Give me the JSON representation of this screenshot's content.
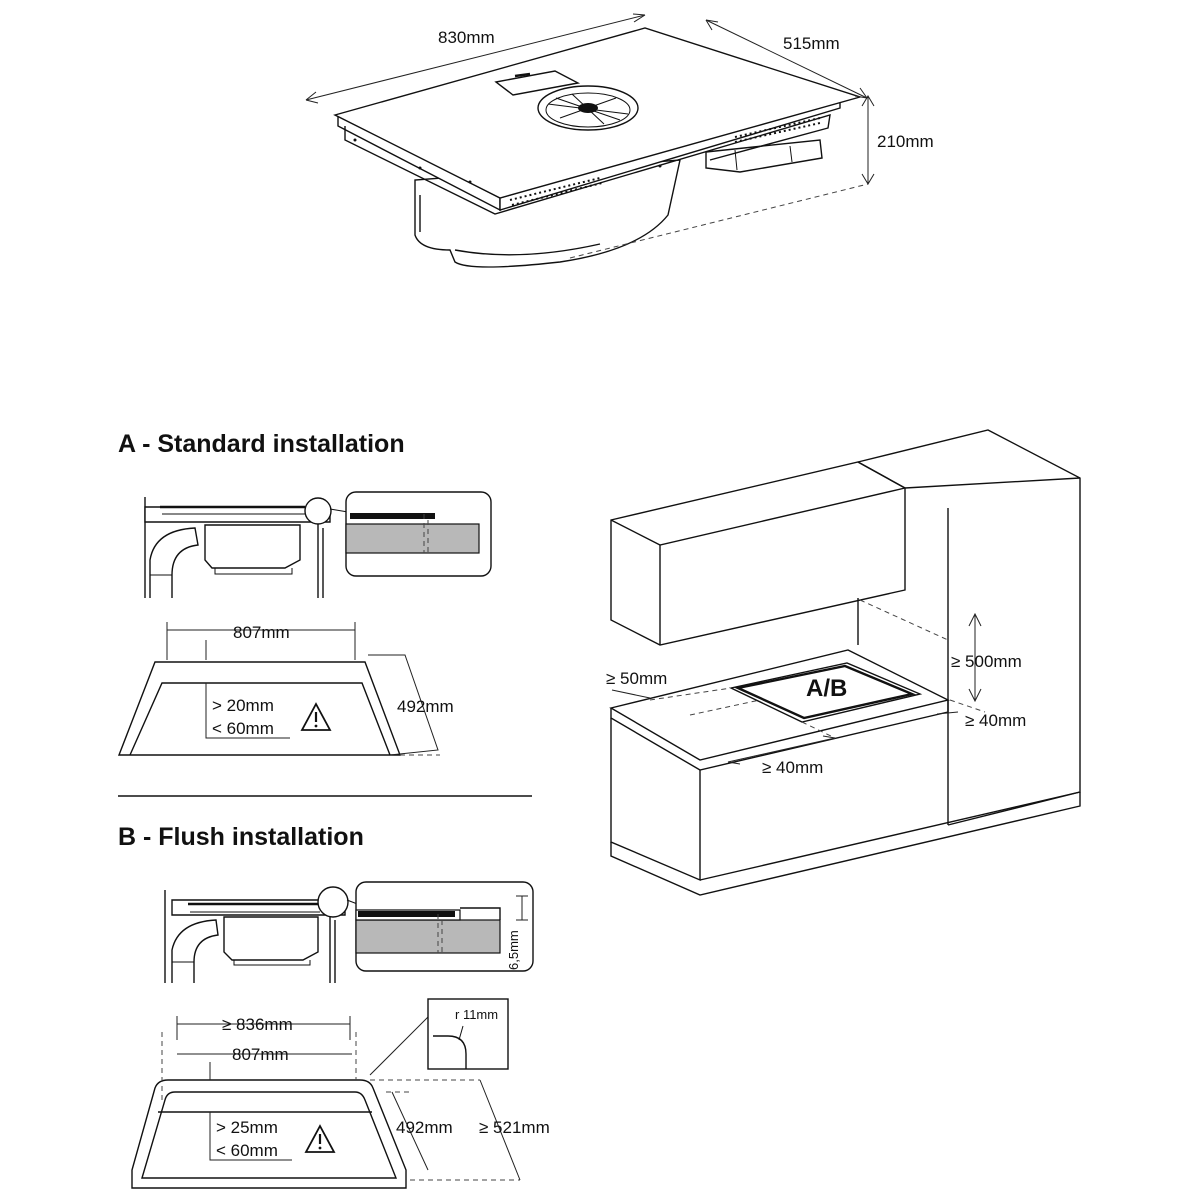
{
  "top_view": {
    "width_label": "830mm",
    "depth_label": "515mm",
    "height_label": "210mm"
  },
  "standard": {
    "heading": "A - Standard installation",
    "cutout_width": "807mm",
    "cutout_depth": "492mm",
    "thickness_min": "> 20mm",
    "thickness_max": "< 60mm"
  },
  "flush": {
    "heading": "B - Flush installation",
    "recess_depth": "6,5mm",
    "outer_width": "≥ 836mm",
    "cutout_width": "807mm",
    "corner_radius": "r 11mm",
    "cutout_depth": "492mm",
    "outer_depth": "≥ 521mm",
    "thickness_min": "> 25mm",
    "thickness_max": "< 60mm"
  },
  "kitchen": {
    "hob_label": "A/B",
    "left_clearance": "≥ 50mm",
    "top_clearance": "≥ 500mm",
    "right_clearance": "≥ 40mm",
    "front_clearance": "≥ 40mm"
  },
  "icons": [
    "warning-icon",
    "warning-icon"
  ]
}
